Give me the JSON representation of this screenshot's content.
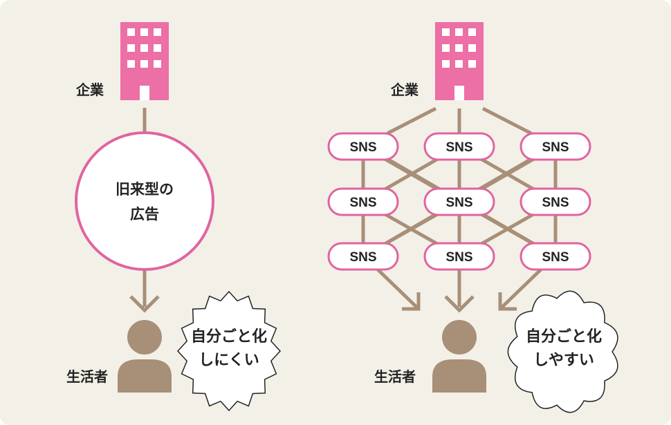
{
  "colors": {
    "background": "#f3f0e8",
    "building": "#ec6fa5",
    "window": "#ffffff",
    "line": "#a88f78",
    "person": "#a88f78",
    "node_border": "#e0649f",
    "node_fill": "#ffffff",
    "text": "#222222"
  },
  "left": {
    "company_label": "企業",
    "ad_line1": "旧来型の",
    "ad_line2": "広告",
    "consumer_label": "生活者",
    "bubble_line1": "自分ごと化",
    "bubble_line2": "しにくい",
    "building_icon": "building-icon",
    "person_icon": "person-icon"
  },
  "right": {
    "company_label": "企業",
    "sns_rows": [
      [
        "SNS",
        "SNS",
        "SNS"
      ],
      [
        "SNS",
        "SNS",
        "SNS"
      ],
      [
        "SNS",
        "SNS",
        "SNS"
      ]
    ],
    "consumer_label": "生活者",
    "bubble_line1": "自分ごと化",
    "bubble_line2": "しやすい",
    "building_icon": "building-icon",
    "person_icon": "person-icon"
  }
}
